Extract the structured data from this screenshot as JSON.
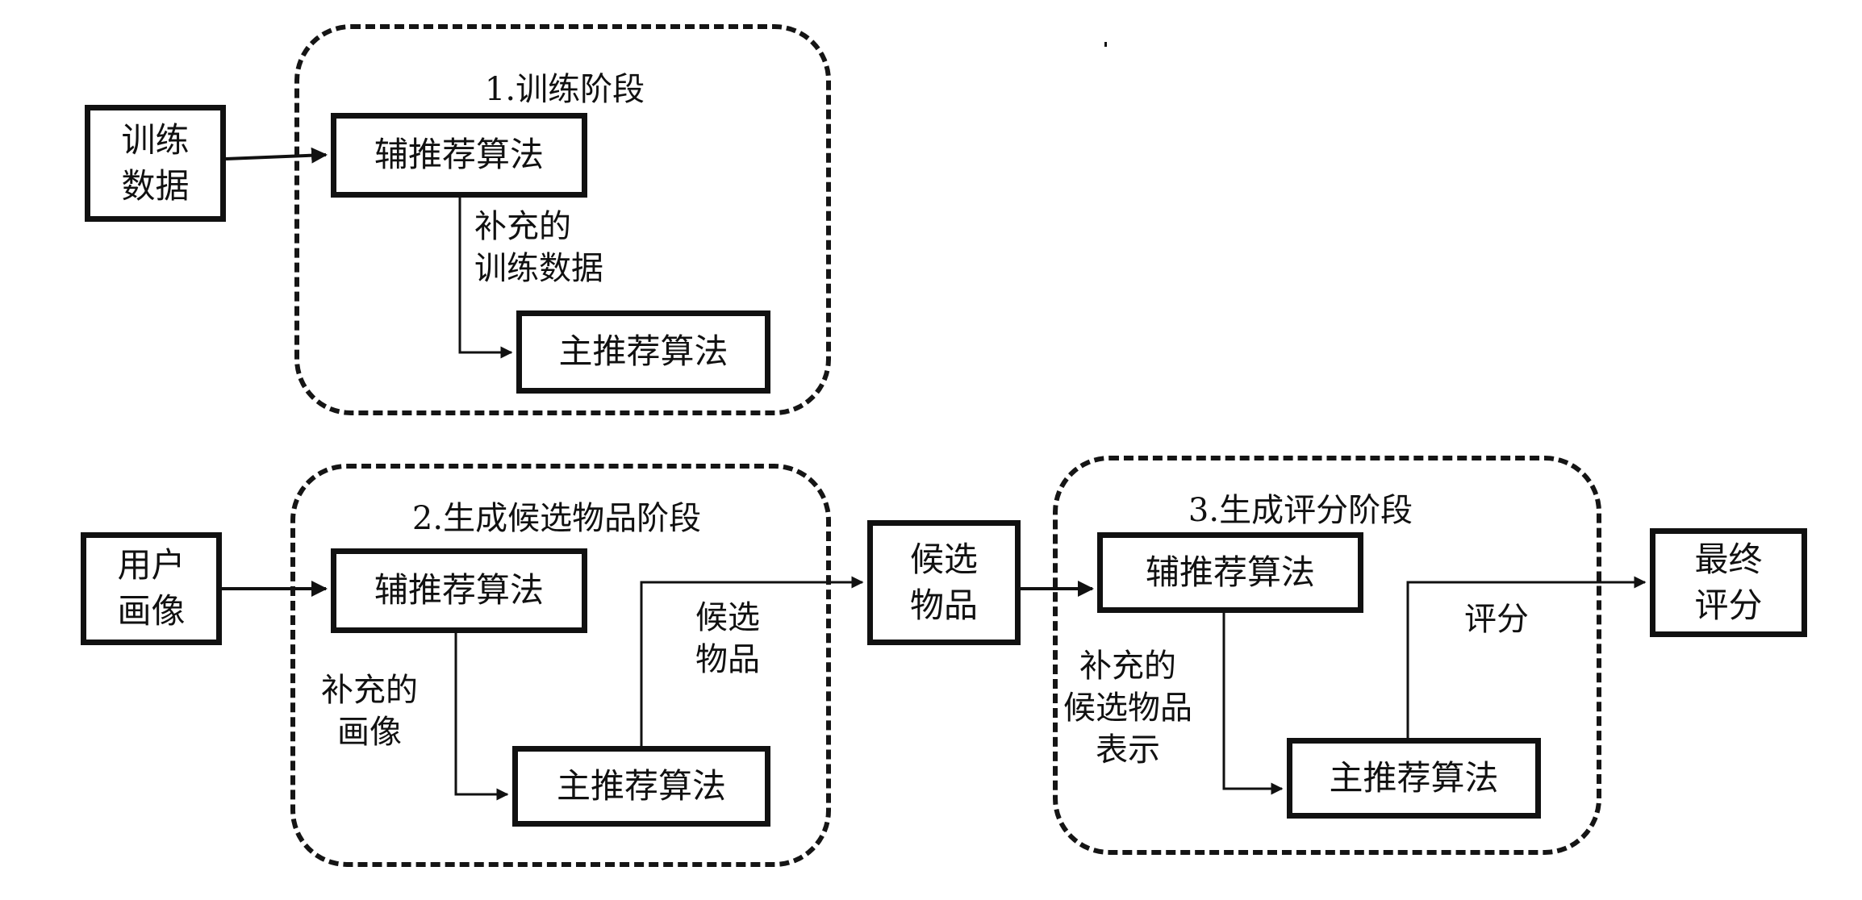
{
  "diagram": {
    "inputs": {
      "training_data": "训练\n数据",
      "user_profile": "用户\n画像"
    },
    "stages": [
      {
        "title": "1.训练阶段",
        "aux_algorithm": "辅推荐算法",
        "main_algorithm": "主推荐算法",
        "edge_label": "补充的\n训练数据"
      },
      {
        "title": "2.生成候选物品阶段",
        "aux_algorithm": "辅推荐算法",
        "main_algorithm": "主推荐算法",
        "edge_label": "补充的\n画像",
        "output_label": "候选\n物品"
      },
      {
        "title": "3.生成评分阶段",
        "aux_algorithm": "辅推荐算法",
        "main_algorithm": "主推荐算法",
        "edge_label": "补充的\n候选物品\n表示",
        "output_label": "评分"
      }
    ],
    "intermediate": {
      "candidate_items": "候选\n物品"
    },
    "outputs": {
      "final_score": "最终\n评分"
    }
  }
}
